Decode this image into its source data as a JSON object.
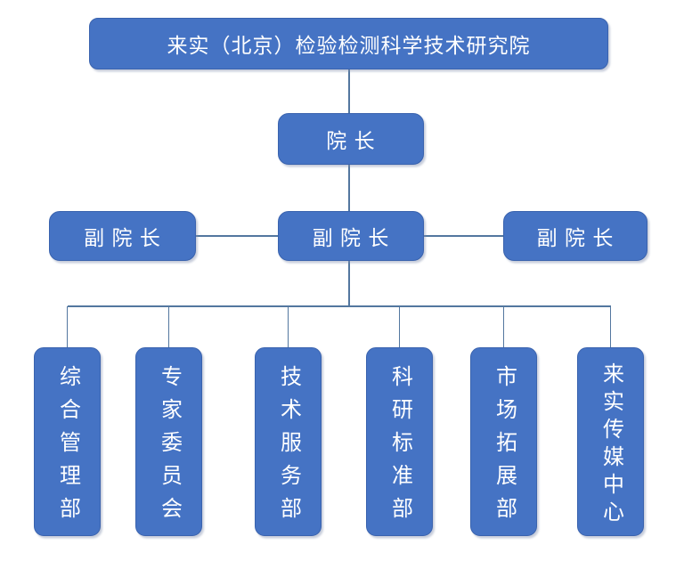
{
  "org_chart": {
    "type": "organization-chart",
    "root": {
      "label": "来实（北京）检验检测科学技术研究院"
    },
    "level2": [
      {
        "label": "院 长"
      }
    ],
    "level3": [
      {
        "label": "副 院 长"
      },
      {
        "label": "副 院 长"
      },
      {
        "label": "副 院 长"
      }
    ],
    "departments": [
      {
        "label": "综合管理部"
      },
      {
        "label": "专家委员会"
      },
      {
        "label": "技术服务部"
      },
      {
        "label": "科研标准部"
      },
      {
        "label": "市场拓展部"
      },
      {
        "label": "来实传媒中心"
      }
    ],
    "edges": [
      [
        "root",
        "院长"
      ],
      [
        "院长",
        "副院长-中"
      ],
      [
        "副院长-中",
        "副院长-左"
      ],
      [
        "副院长-中",
        "副院长-右"
      ],
      [
        "副院长-中",
        "综合管理部"
      ],
      [
        "副院长-中",
        "专家委员会"
      ],
      [
        "副院长-中",
        "技术服务部"
      ],
      [
        "副院长-中",
        "科研标准部"
      ],
      [
        "副院长-中",
        "市场拓展部"
      ],
      [
        "副院长-中",
        "来实传媒中心"
      ]
    ],
    "colors": {
      "box_fill": "#4573C4",
      "box_border": "#3A63AE",
      "connector": "#53779F",
      "text": "#FFFFFF",
      "background": "#FFFFFF"
    }
  }
}
